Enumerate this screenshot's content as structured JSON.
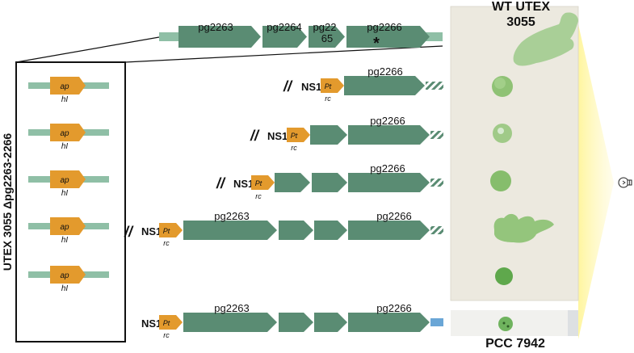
{
  "vertical_label": "UTEX 3055 Δpg2263-2266",
  "wt_label": {
    "line1": "WT UTEX",
    "line2": "3055"
  },
  "pcc_label": "PCC 7942",
  "top_gene_labels": [
    "pg2263",
    "pg2264",
    "pg22",
    "pg2266",
    "65",
    "*"
  ],
  "aphI_label": {
    "top": "ap",
    "bottom": "hI"
  },
  "ns1_label": {
    "big": "NS1",
    "small": "Pt",
    "sub": "rc"
  },
  "pg2263_label": "pg2263",
  "pg2266_label": "pg2266",
  "break_symbol": "//",
  "light_icon": "light-bulb-icon",
  "colors": {
    "gene": "#5a8c73",
    "flank": "#8fbfa6",
    "cassette": "#e39a2d",
    "blue_end": "#6aa6d6",
    "light": "#fff7b0",
    "colony": "#6fb35e"
  }
}
